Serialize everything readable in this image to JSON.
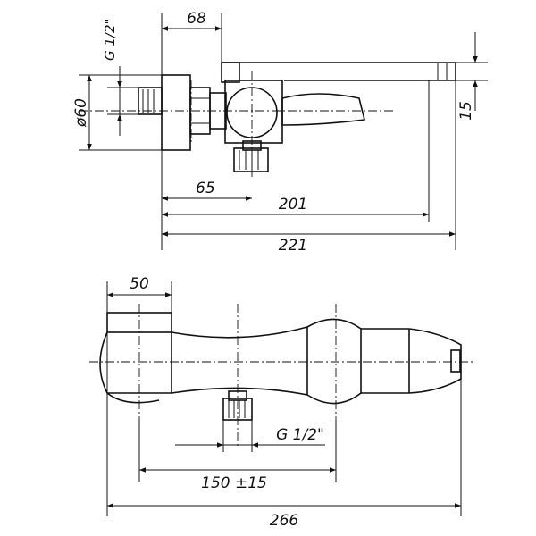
{
  "top_view": {
    "dim_68": "68",
    "thread_label": "G 1/2\"",
    "dim_phi60": "ø60",
    "dim_15": "15",
    "dim_65": "65",
    "dim_201": "201",
    "dim_221": "221"
  },
  "front_view": {
    "dim_50": "50",
    "thread_label": "G 1/2\"",
    "dim_150": "150 ±15",
    "dim_266": "266"
  },
  "colors": {
    "line": "#111111",
    "background": "#ffffff"
  }
}
